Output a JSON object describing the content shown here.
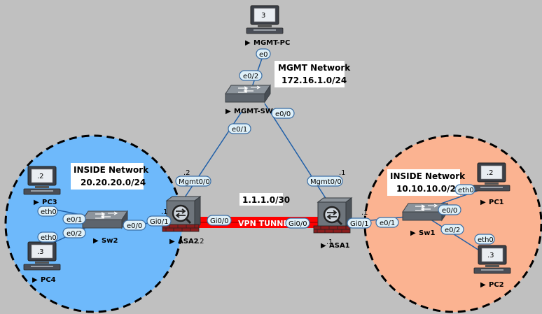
{
  "colors": {
    "background": "#c0c0c0",
    "inside_left": "#6eb9fb",
    "inside_right": "#fbb391",
    "link": "#1f5fa8",
    "vpn": "#ff0000"
  },
  "networks": {
    "mgmt": {
      "title": "MGMT Network",
      "subnet": "172.16.1.0/24"
    },
    "left": {
      "title": "INSIDE Network",
      "subnet": "20.20.20.0/24"
    },
    "right": {
      "title": "INSIDE Network",
      "subnet": "10.10.10.0/24"
    },
    "outside": {
      "subnet": "1.1.1.0/30"
    }
  },
  "vpn_label": "VPN TUNNEL",
  "devices": {
    "mgmt_pc": {
      "name": "MGMT-PC",
      "screen": "3",
      "icon": "pc-icon"
    },
    "mgmt_sw": {
      "name": "MGMT-SW",
      "icon": "switch-icon"
    },
    "asa2": {
      "name": "ASA2",
      "icon": "firewall-icon"
    },
    "asa1": {
      "name": "ASA1",
      "icon": "firewall-icon"
    },
    "sw2": {
      "name": "Sw2",
      "icon": "switch-icon"
    },
    "sw1": {
      "name": "Sw1",
      "icon": "switch-icon"
    },
    "pc3": {
      "name": "PC3",
      "screen": ".2",
      "icon": "pc-icon"
    },
    "pc4": {
      "name": "PC4",
      "screen": ".3",
      "icon": "pc-icon"
    },
    "pc1": {
      "name": "PC1",
      "screen": ".2",
      "icon": "pc-icon"
    },
    "pc2": {
      "name": "PC2",
      "screen": ".3",
      "icon": "pc-icon"
    }
  },
  "ports": {
    "mgmt_pc_e0": "e0",
    "mgmt_sw_e0_2": "e0/2",
    "mgmt_sw_e0_0": "e0/0",
    "mgmt_sw_e0_1": "e0/1",
    "asa2_mgmt": "Mgmt0/0",
    "asa1_mgmt": "Mgmt0/0",
    "asa2_gi0_0": "Gi0/0",
    "asa1_gi0_0": "Gi0/0",
    "asa2_gi0_1": "Gi0/1",
    "asa1_gi0_1": "Gi0/1",
    "sw2_e0_0": "e0/0",
    "sw2_e0_1": "e0/1",
    "sw2_e0_2": "e0/2",
    "pc3_eth0": "eth0",
    "pc4_eth0": "eth0",
    "sw1_e0_1": "e0/1",
    "sw1_e0_0": "e0/0",
    "sw1_e0_2": "e0/2",
    "pc1_eth0": "eth0",
    "pc2_eth0": "eth0"
  },
  "host_ids": {
    "asa2_mgmt": ".2",
    "asa1_mgmt": ".1",
    "asa2_inside": ".1",
    "asa2_outside": ".2",
    "asa1_inside": ".1",
    "asa1_outside": ".1"
  }
}
